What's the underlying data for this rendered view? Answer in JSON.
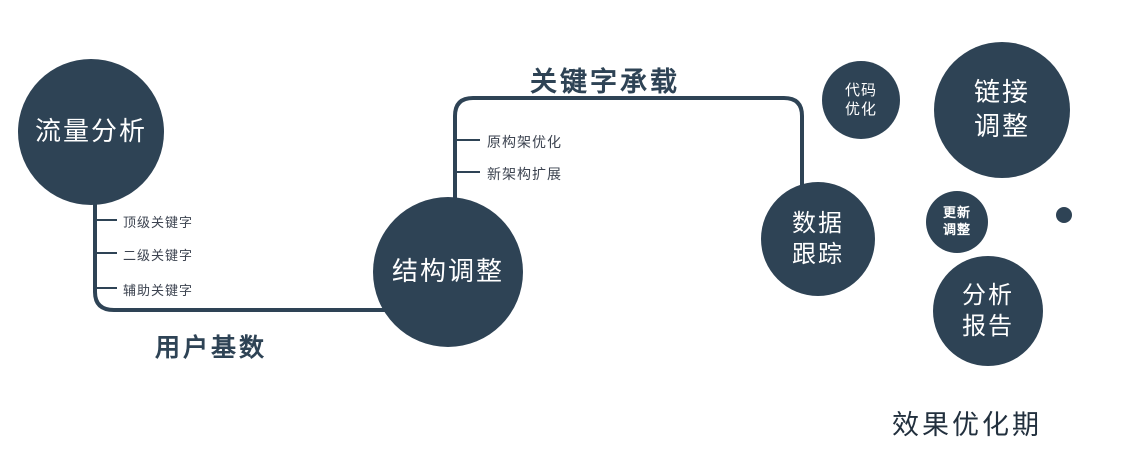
{
  "nodes": {
    "traffic": {
      "label": "流量分析"
    },
    "structure": {
      "label": "结构调整"
    },
    "data_tracking": {
      "line1": "数据",
      "line2": "跟踪"
    },
    "code_opt": {
      "line1": "代码",
      "line2": "优化"
    },
    "link_adjust": {
      "line1": "链接",
      "line2": "调整"
    },
    "update_adjust": {
      "line1": "更新",
      "line2": "调整"
    },
    "analysis_report": {
      "line1": "分析",
      "line2": "报告"
    }
  },
  "edges": {
    "user_base_label": "用户基数",
    "keyword_carry_label": "关键字承载"
  },
  "ticks_left": [
    "顶级关键字",
    "二级关键字",
    "辅助关键字"
  ],
  "ticks_mid": [
    "原构架优化",
    "新架构扩展"
  ],
  "footer": "效果优化期",
  "colors": {
    "primary": "#2e4355",
    "on_node": "#ffffff",
    "tick_text": "#3c4350",
    "footer_text": "#22303e"
  }
}
